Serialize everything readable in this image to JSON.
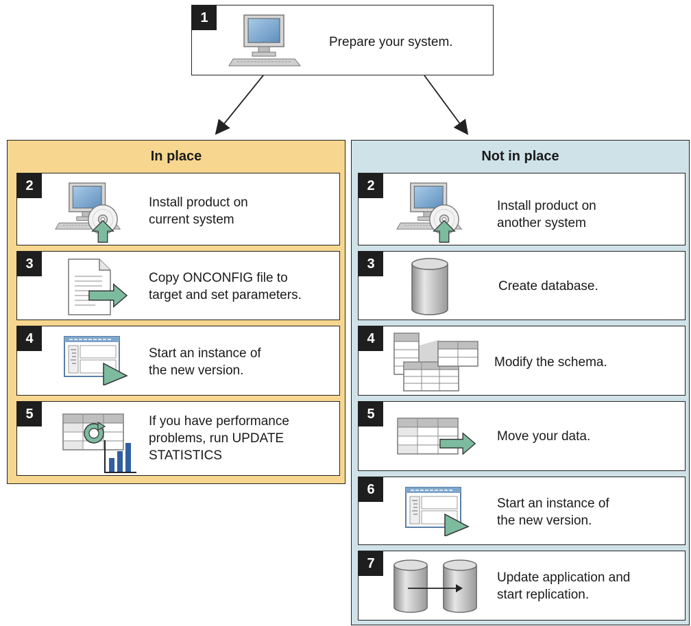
{
  "step1": {
    "number": "1",
    "text": "Prepare your system."
  },
  "left": {
    "title": "In place",
    "steps": [
      {
        "number": "2",
        "text": "Install product on\ncurrent system"
      },
      {
        "number": "3",
        "text": "Copy ONCONFIG file to\ntarget and set parameters."
      },
      {
        "number": "4",
        "text": "Start an instance of\nthe new version."
      },
      {
        "number": "5",
        "text": "If you have performance\nproblems, run UPDATE\nSTATISTICS"
      }
    ]
  },
  "right": {
    "title": "Not in place",
    "steps": [
      {
        "number": "2",
        "text": "Install product on\nanother system"
      },
      {
        "number": "3",
        "text": "Create database."
      },
      {
        "number": "4",
        "text": "Modify the schema."
      },
      {
        "number": "5",
        "text": "Move your data."
      },
      {
        "number": "6",
        "text": "Start an instance of\nthe new version."
      },
      {
        "number": "7",
        "text": "Update application and\nstart replication."
      }
    ]
  },
  "colors": {
    "in_place_panel": "#f7d78f",
    "not_in_place_panel": "#cfe2e8",
    "arrow_green": "#7dbb9f",
    "number_badge": "#1e1e1e"
  },
  "icons": {
    "step1": "computer-icon",
    "install": "computer-cd-install-icon",
    "copy_file": "document-arrow-icon",
    "start_instance": "window-play-icon",
    "update_statistics": "table-refresh-chart-icon",
    "create_database": "database-cylinder-icon",
    "modify_schema": "table-schema-icon",
    "move_data": "table-arrow-icon",
    "replication": "two-databases-arrow-icon"
  }
}
